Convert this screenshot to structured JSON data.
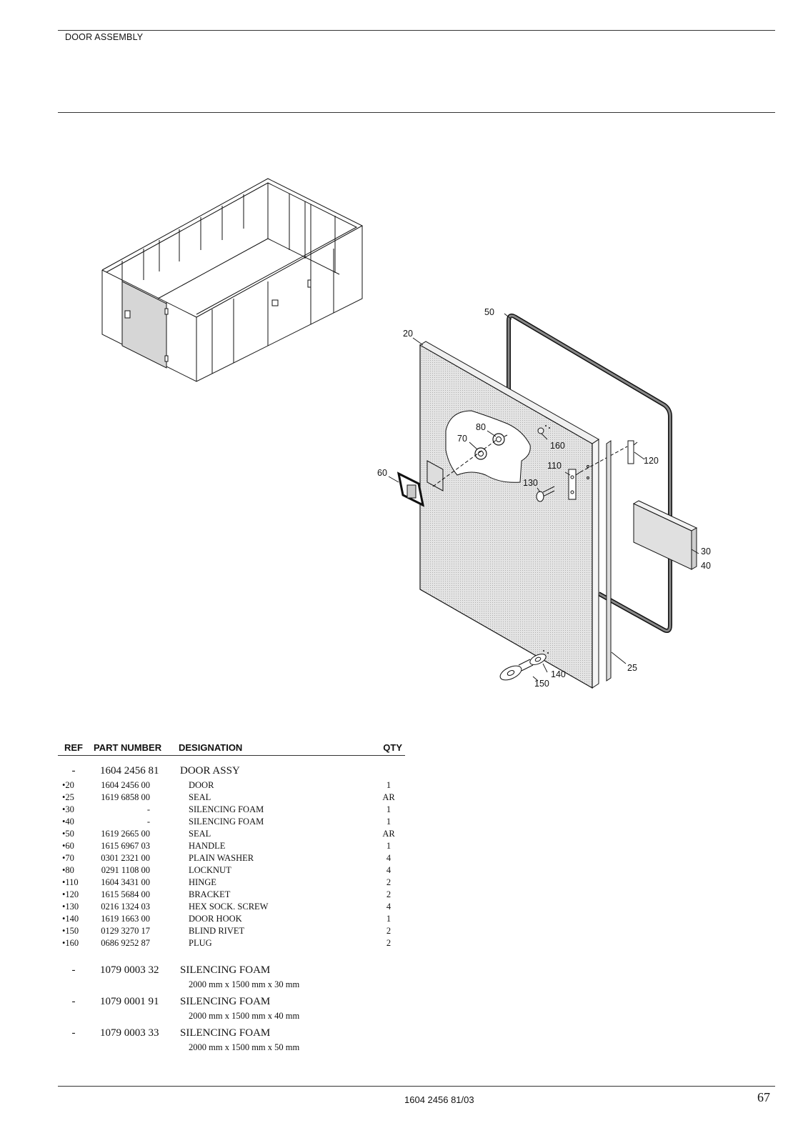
{
  "header": {
    "title": "DOOR ASSEMBLY"
  },
  "drawing": {
    "callouts": [
      "50",
      "20",
      "80",
      "70",
      "160",
      "120",
      "110",
      "60",
      "130",
      "30",
      "40",
      "25",
      "140",
      "150"
    ]
  },
  "table": {
    "headers": {
      "ref": "REF",
      "part": "PART NUMBER",
      "designation": "DESIGNATION",
      "qty": "QTY"
    },
    "assembly": {
      "ref": "-",
      "part": "1604 2456 81",
      "designation": "DOOR ASSY"
    },
    "items": [
      {
        "ref": "•20",
        "part": "1604 2456 00",
        "designation": "DOOR",
        "qty": "1"
      },
      {
        "ref": "•25",
        "part": "1619 6858 00",
        "designation": "SEAL",
        "qty": "AR"
      },
      {
        "ref": "•30",
        "part": "-",
        "designation": "SILENCING FOAM",
        "qty": "1"
      },
      {
        "ref": "•40",
        "part": "-",
        "designation": "SILENCING FOAM",
        "qty": "1"
      },
      {
        "ref": "•50",
        "part": "1619 2665 00",
        "designation": "SEAL",
        "qty": "AR"
      },
      {
        "ref": "•60",
        "part": "1615 6967 03",
        "designation": "HANDLE",
        "qty": "1"
      },
      {
        "ref": "•70",
        "part": "0301 2321 00",
        "designation": "PLAIN WASHER",
        "qty": "4"
      },
      {
        "ref": "•80",
        "part": "0291 1108 00",
        "designation": "LOCKNUT",
        "qty": "4"
      },
      {
        "ref": "•110",
        "part": "1604 3431 00",
        "designation": "HINGE",
        "qty": "2"
      },
      {
        "ref": "•120",
        "part": "1615 5684 00",
        "designation": "BRACKET",
        "qty": "2"
      },
      {
        "ref": "•130",
        "part": "0216 1324 03",
        "designation": "HEX SOCK. SCREW",
        "qty": "4"
      },
      {
        "ref": "•140",
        "part": "1619 1663 00",
        "designation": "DOOR HOOK",
        "qty": "1"
      },
      {
        "ref": "•150",
        "part": "0129 3270 17",
        "designation": "BLIND RIVET",
        "qty": "2"
      },
      {
        "ref": "•160",
        "part": "0686 9252 87",
        "designation": "PLUG",
        "qty": "2"
      }
    ],
    "extras": [
      {
        "ref": "-",
        "part": "1079 0003 32",
        "designation": "SILENCING FOAM",
        "dims": "2000 mm x 1500 mm x 30 mm"
      },
      {
        "ref": "-",
        "part": "1079 0001 91",
        "designation": "SILENCING FOAM",
        "dims": "2000 mm x 1500 mm x 40 mm"
      },
      {
        "ref": "-",
        "part": "1079 0003 33",
        "designation": "SILENCING FOAM",
        "dims": "2000 mm x 1500 mm x 50 mm"
      }
    ]
  },
  "footer": {
    "doc_number": "1604 2456 81/03",
    "page": "67"
  }
}
